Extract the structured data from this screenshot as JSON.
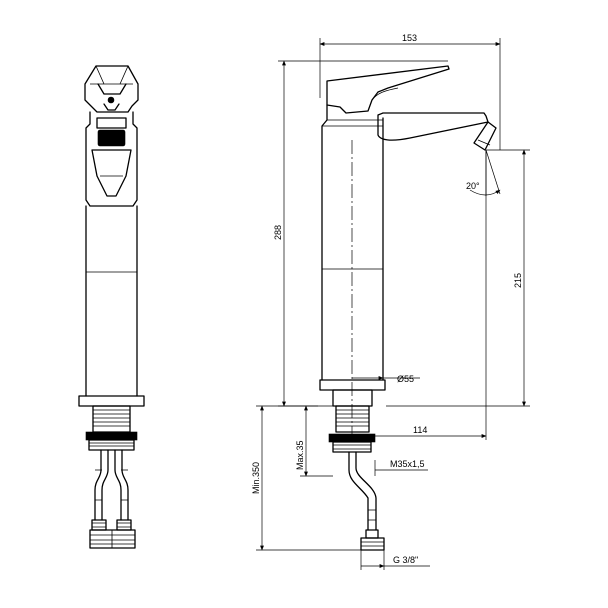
{
  "dimensions": {
    "spout_reach_total": "153",
    "total_height": "288",
    "spout_height": "215",
    "body_diameter": "Ø55",
    "spout_reach_from_center": "114",
    "max_deck_thickness": "Max.35",
    "min_supply_length": "Min.350",
    "thread_size": "M35x1,5",
    "connection_size": "G 3/8\"",
    "spout_angle": "20°"
  }
}
